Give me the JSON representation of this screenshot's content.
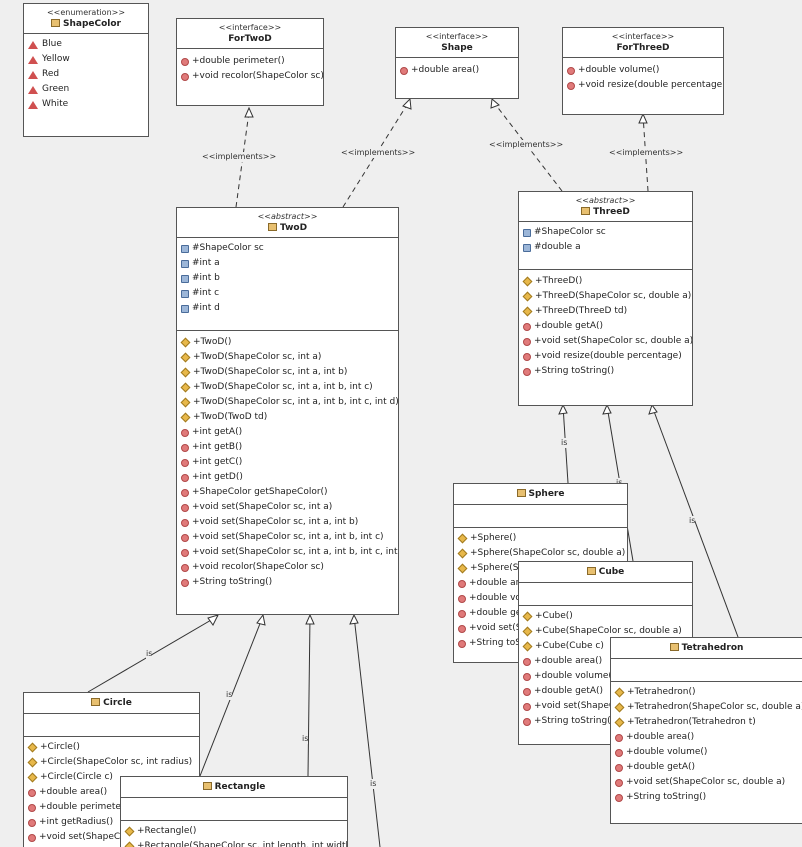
{
  "classes": {
    "shapecolor": {
      "stereotype": "<<enumeration>>",
      "name": "ShapeColor",
      "literals": [
        "Blue",
        "Yellow",
        "Red",
        "Green",
        "White"
      ]
    },
    "fortwod": {
      "stereotype": "<<interface>>",
      "name": "ForTwoD",
      "methods": [
        "+double perimeter()",
        "+void recolor(ShapeColor sc)"
      ]
    },
    "shape": {
      "stereotype": "<<interface>>",
      "name": "Shape",
      "methods": [
        "+double area()"
      ]
    },
    "forthreed": {
      "stereotype": "<<interface>>",
      "name": "ForThreeD",
      "methods": [
        "+double volume()",
        "+void resize(double percentage)"
      ]
    },
    "twod": {
      "stereotype": "<<abstract>>",
      "name": "TwoD",
      "fields": [
        "#ShapeColor sc",
        "#int a",
        "#int b",
        "#int c",
        "#int d"
      ],
      "constructors": [
        "+TwoD()",
        "+TwoD(ShapeColor sc, int a)",
        "+TwoD(ShapeColor sc, int a, int b)",
        "+TwoD(ShapeColor sc, int a, int b, int c)",
        "+TwoD(ShapeColor sc, int a, int b, int c, int d)",
        "+TwoD(TwoD td)"
      ],
      "methods": [
        "+int getA()",
        "+int getB()",
        "+int getC()",
        "+int getD()",
        "+ShapeColor getShapeColor()",
        "+void set(ShapeColor sc, int a)",
        "+void set(ShapeColor sc, int a, int b)",
        "+void set(ShapeColor sc, int a, int b, int c)",
        "+void set(ShapeColor sc, int a, int b, int c, int d)",
        "+void recolor(ShapeColor sc)",
        "+String toString()"
      ]
    },
    "threed": {
      "stereotype": "<<abstract>>",
      "name": "ThreeD",
      "fields": [
        "#ShapeColor sc",
        "#double a"
      ],
      "constructors": [
        "+ThreeD()",
        "+ThreeD(ShapeColor sc, double a)",
        "+ThreeD(ThreeD td)"
      ],
      "methods": [
        "+double getA()",
        "+void set(ShapeColor sc, double a)",
        "+void resize(double percentage)",
        "+String toString()"
      ]
    },
    "sphere": {
      "name": "Sphere",
      "constructors": [
        "+Sphere()",
        "+Sphere(ShapeColor sc, double a)",
        "+Sphere(S"
      ],
      "methods": [
        "+double ar",
        "+double vo",
        "+double ge",
        "+void set(S",
        "+String toS"
      ]
    },
    "cube": {
      "name": "Cube",
      "constructors": [
        "+Cube()",
        "+Cube(ShapeColor sc, double a)",
        "+Cube(Cube c)"
      ],
      "methods": [
        "+double area()",
        "+double volume(",
        "+double getA()",
        "+void set(ShapeC",
        "+String toString()"
      ]
    },
    "tetrahedron": {
      "name": "Tetrahedron",
      "constructors": [
        "+Tetrahedron()",
        "+Tetrahedron(ShapeColor sc, double a)",
        "+Tetrahedron(Tetrahedron t)"
      ],
      "methods": [
        "+double area()",
        "+double volume()",
        "+double getA()",
        "+void set(ShapeColor sc, double a)",
        "+String toString()"
      ]
    },
    "circle": {
      "name": "Circle",
      "constructors": [
        "+Circle()",
        "+Circle(ShapeColor sc, int radius)",
        "+Circle(Circle c)"
      ],
      "methods": [
        "+double area()",
        "+double perimeter",
        "+int getRadius()",
        "+void set(ShapeCo"
      ]
    },
    "rectangle": {
      "name": "Rectangle",
      "constructors": [
        "+Rectangle()",
        "+Rectangle(ShapeColor sc, int length, int width)"
      ]
    }
  },
  "relations": {
    "implements": "<<implements>>",
    "is": "is"
  }
}
